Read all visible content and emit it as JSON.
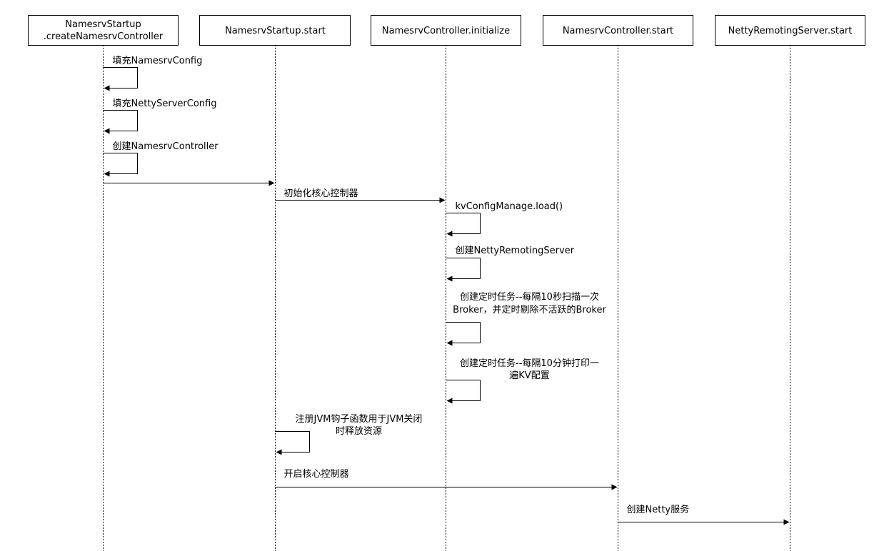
{
  "participants": [
    {
      "id": "startup_create",
      "lines": [
        "NamesrvStartup",
        ".createNamesrvController"
      ]
    },
    {
      "id": "startup_start",
      "lines": [
        "NamesrvStartup.start"
      ]
    },
    {
      "id": "controller_init",
      "lines": [
        "NamesrvController.initialize"
      ]
    },
    {
      "id": "controller_start",
      "lines": [
        "NamesrvController.start"
      ]
    },
    {
      "id": "netty_start",
      "lines": [
        "NettyRemotingServer.start"
      ]
    }
  ],
  "messages": [
    {
      "kind": "self",
      "lifeline": 0,
      "label": [
        "填充NamesrvConfig"
      ]
    },
    {
      "kind": "self",
      "lifeline": 0,
      "label": [
        "填充NettyServerConfig"
      ]
    },
    {
      "kind": "self",
      "lifeline": 0,
      "label": [
        "创建NamesrvController"
      ]
    },
    {
      "kind": "arrow",
      "from": 0,
      "to": 1,
      "label": []
    },
    {
      "kind": "arrow",
      "from": 1,
      "to": 2,
      "label": [
        "初始化核心控制器"
      ]
    },
    {
      "kind": "self",
      "lifeline": 2,
      "label": [
        "kvConfigManage.load()"
      ]
    },
    {
      "kind": "self",
      "lifeline": 2,
      "label": [
        "创建NettyRemotingServer"
      ]
    },
    {
      "kind": "self",
      "lifeline": 2,
      "label": [
        "创建定时任务--每隔10秒扫描一次",
        "Broker，并定时剔除不活跃的Broker"
      ]
    },
    {
      "kind": "self",
      "lifeline": 2,
      "label": [
        "创建定时任务--每隔10分钟打印一",
        "遍KV配置"
      ]
    },
    {
      "kind": "self",
      "lifeline": 1,
      "label": [
        "注册JVM钩子函数用于JVM关闭",
        "时释放资源"
      ]
    },
    {
      "kind": "arrow",
      "from": 1,
      "to": 3,
      "label": [
        "开启核心控制器"
      ]
    },
    {
      "kind": "arrow",
      "from": 3,
      "to": 4,
      "label": [
        "创建Netty服务"
      ]
    }
  ]
}
